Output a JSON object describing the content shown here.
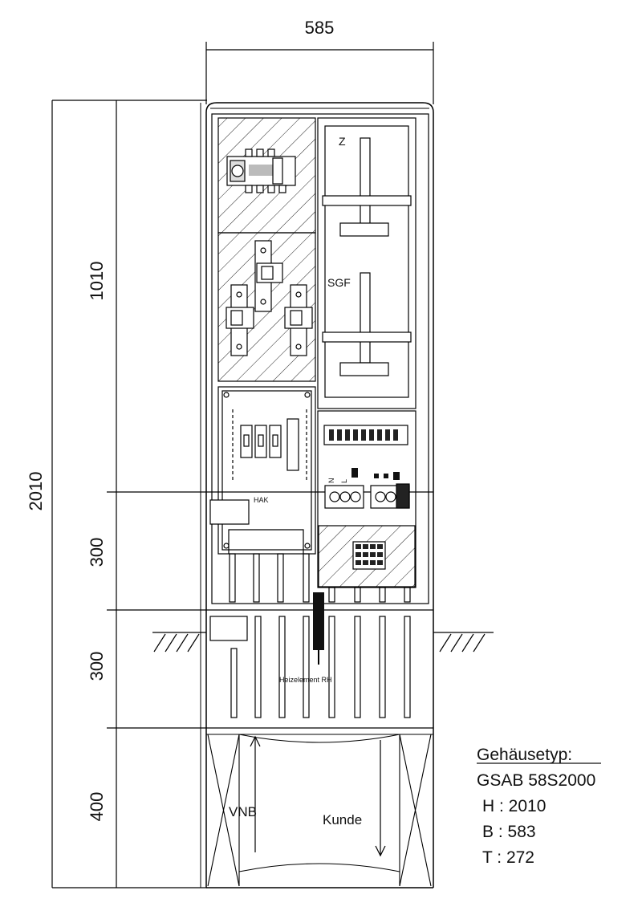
{
  "dimensions": {
    "width_top": "585",
    "total_height": "2010",
    "section_upper": "1010",
    "section_mid": "300",
    "section_ground": "300",
    "section_base": "400"
  },
  "labels": {
    "meter_z": "Z",
    "fuse_sgf": "SGF",
    "hak": "HAK",
    "terminal_left": "N",
    "terminal_right": "L",
    "heater": "Heizelement RH",
    "vnb": "VNB",
    "kunde": "Kunde"
  },
  "legend": {
    "heading": "Gehäusetyp:",
    "type": "GSAB 58S2000",
    "h": "H : 2010",
    "b": "B : 583",
    "t": "T : 272"
  }
}
